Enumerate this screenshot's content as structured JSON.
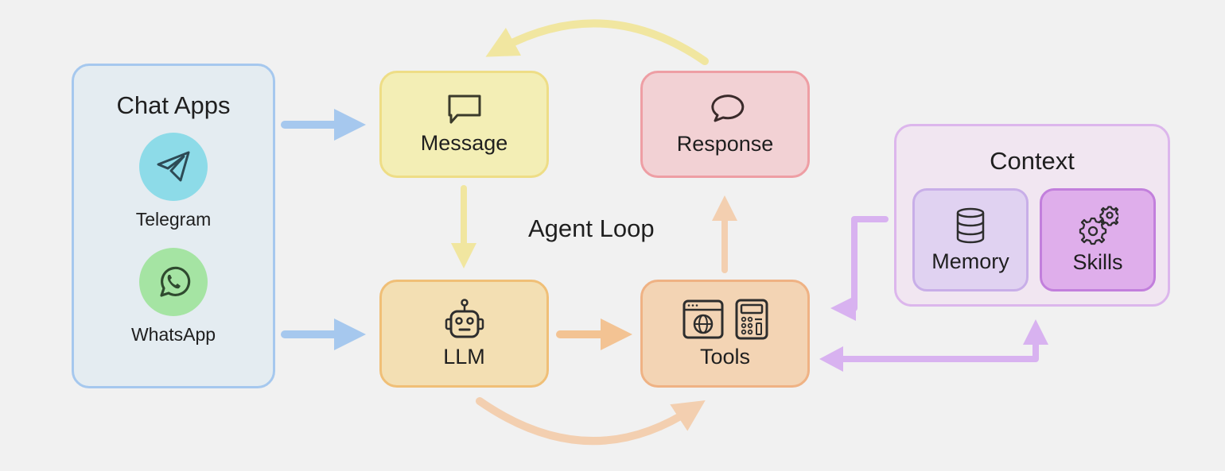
{
  "title": "Agent Loop",
  "colors": {
    "background": "#f1f1f1",
    "chat_apps_border": "#a6c8ee",
    "message_fill": "#f3eeb5",
    "response_fill": "#f2d1d4",
    "llm_fill": "#f3dfb3",
    "tools_fill": "#f3d4b4",
    "context_border": "#dcb6ec",
    "blue_arrow": "#a6c8ee",
    "yellow_arrow": "#f1e6a0",
    "orange_arrow": "#f3c393",
    "purple_arrow": "#d8b2f0"
  },
  "chat_apps": {
    "title": "Chat Apps",
    "apps": [
      {
        "name": "Telegram",
        "icon": "telegram-plane-icon"
      },
      {
        "name": "WhatsApp",
        "icon": "whatsapp-phone-icon"
      }
    ]
  },
  "nodes": {
    "message": {
      "label": "Message",
      "icon": "chat-bubble-square-icon"
    },
    "response": {
      "label": "Response",
      "icon": "chat-bubble-round-icon"
    },
    "llm": {
      "label": "LLM",
      "icon": "robot-icon"
    },
    "tools": {
      "label": "Tools",
      "icons": [
        "browser-globe-icon",
        "calculator-icon"
      ]
    }
  },
  "context": {
    "title": "Context",
    "items": [
      {
        "label": "Memory",
        "icon": "database-icon"
      },
      {
        "label": "Skills",
        "icon": "gears-icon"
      }
    ]
  },
  "edges": [
    {
      "from": "Telegram",
      "to": "Message"
    },
    {
      "from": "WhatsApp",
      "to": "LLM"
    },
    {
      "from": "Message",
      "to": "LLM"
    },
    {
      "from": "LLM",
      "to": "Tools"
    },
    {
      "from": "LLM",
      "to": "Tools",
      "style": "curved"
    },
    {
      "from": "Tools",
      "to": "Response"
    },
    {
      "from": "Response",
      "to": "Message",
      "style": "curved"
    },
    {
      "from": "Context",
      "to": "Tools"
    },
    {
      "from": "Tools",
      "to": "Context"
    }
  ]
}
